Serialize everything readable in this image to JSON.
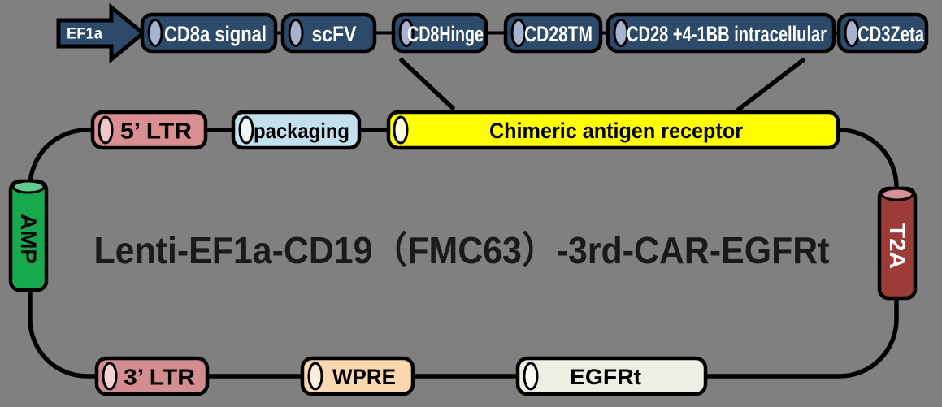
{
  "background_color": "#808080",
  "title": {
    "text": "Lenti-EF1a-CD19（FMC63）-3rd-CAR-EGFRt"
  },
  "car_construct": {
    "promoter": {
      "label": "EF1a",
      "fill": "#2e4a6b"
    },
    "segments": [
      {
        "label": "CD8a signal",
        "fill": "#2e4a6b",
        "cap": "#a4b3cf"
      },
      {
        "label": "scFV",
        "fill": "#2e4a6b",
        "cap": "#a4b3cf"
      },
      {
        "label": "CD8Hinge",
        "fill": "#2e4a6b",
        "cap": "#a4b3cf"
      },
      {
        "label": "CD28TM",
        "fill": "#2e4a6b",
        "cap": "#a4b3cf"
      },
      {
        "label": "CD28 +4-1BB intracellular",
        "fill": "#2e4a6b",
        "cap": "#a4b3cf"
      },
      {
        "label": "CD3Zeta",
        "fill": "#2e4a6b",
        "cap": "#a4b3cf"
      }
    ]
  },
  "vector_map": {
    "top_row": [
      {
        "label": "5’ LTR",
        "fill": "#db8e91",
        "cap": "#f2c6c9"
      },
      {
        "label": "packaging",
        "fill": "#c2e1ec",
        "cap": "#eff9fc"
      },
      {
        "label": "Chimeric antigen receptor",
        "fill": "#ffff00",
        "cap": "#ffffdd"
      }
    ],
    "left": {
      "label": "AMP",
      "fill": "#18a94e",
      "cap": "#63cb8e"
    },
    "right": {
      "label": "T2A",
      "fill": "#9d3b38",
      "cap": "#d59196"
    },
    "bottom_row": [
      {
        "label": "3’ LTR",
        "fill": "#d38c90",
        "cap": "#f3d2d4"
      },
      {
        "label": "WPRE",
        "fill": "#fbd6ae",
        "cap": "#fdefdc"
      },
      {
        "label": "EGFRt",
        "fill": "#edefe2",
        "cap": "#fbfcf6"
      }
    ]
  }
}
